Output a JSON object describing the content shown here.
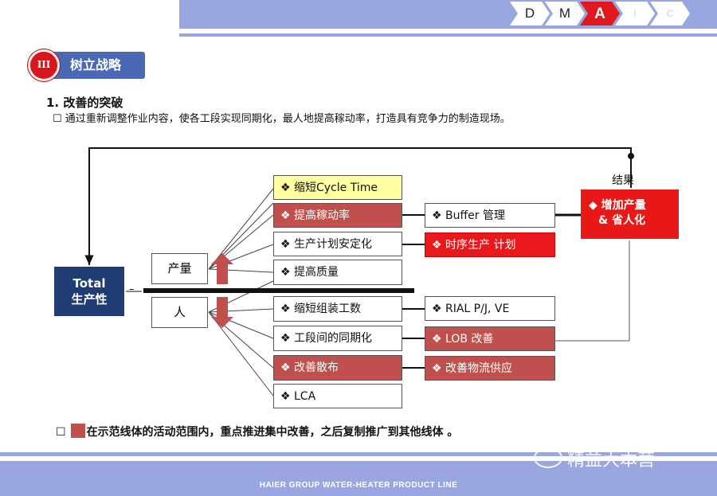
{
  "header": {
    "phases": [
      "D",
      "M",
      "A",
      "I",
      "C"
    ],
    "active_phase": "A",
    "colors": {
      "band": "#9aa6df",
      "active": "#e0191e"
    }
  },
  "section": {
    "number": "III",
    "title": "树立战略"
  },
  "heading": "1. 改善的突破",
  "description": "☐ 通过重新调整作业内容，使各工段实现同期化，最人地提高稼动率，打造具有竞争力的制造现场。",
  "diagram": {
    "total": {
      "line1": "Total",
      "line2": "生产性"
    },
    "minus": "–",
    "output_label": "产量",
    "people_label": "人",
    "result_label": "结果",
    "result_box": {
      "line1": "◆ 增加产量",
      "line2": "& 省人化"
    },
    "items": [
      {
        "label": "❖ 缩短Cycle Time"
      },
      {
        "label": "❖ 提高稼动率"
      },
      {
        "label": "❖ 生产计划安定化"
      },
      {
        "label": "❖ 提高质量"
      },
      {
        "label": "❖  缩短组装工数"
      },
      {
        "label": "❖  工段间的同期化"
      },
      {
        "label": "❖  改善散布"
      },
      {
        "label": "❖ LCA"
      }
    ],
    "sub_items": [
      {
        "label": "❖ Buffer 管理"
      },
      {
        "label": "❖ 时序生产 计划"
      },
      {
        "label": "❖ RIAL P/J, VE"
      },
      {
        "label": "❖ LOB 改善"
      },
      {
        "label": "❖ 改善物流供应"
      }
    ]
  },
  "note": {
    "prefix": "☐",
    "text": "在示范线体的活动范围内，重点推进集中改善，之后复制推广到其他线体 。"
  },
  "footer": "HAIER GROUP WATER-HEATER PRODUCT LINE",
  "watermark": "精益大本营"
}
